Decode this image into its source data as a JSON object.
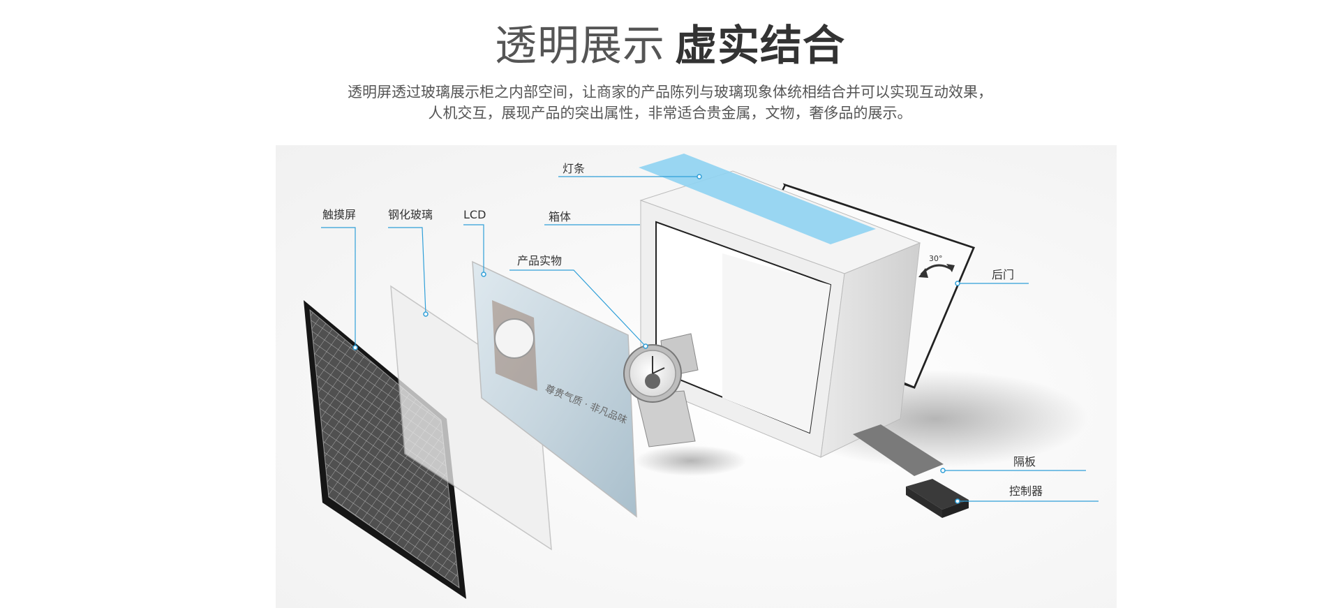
{
  "header": {
    "title_light": "透明展示",
    "title_bold": "虚实结合",
    "description_line1": "透明屏透过玻璃展示柜之内部空间，让商家的产品陈列与玻璃现象体统相结合并可以实现互动效果，",
    "description_line2": "人机交互，展现产品的突出属性，非常适合贵金属，文物，奢侈品的展示。"
  },
  "diagram": {
    "labels": {
      "touch_screen": "触摸屏",
      "tempered_glass": "钢化玻璃",
      "lcd": "LCD",
      "light_bar": "灯条",
      "cabinet": "箱体",
      "product": "产品实物",
      "back_door": "后门",
      "partition": "隔板",
      "controller": "控制器",
      "angle": "30°"
    },
    "lcd_poster_text": "尊贵气质 · 非凡品味",
    "colors": {
      "leader_line": "#2f9fd8",
      "light_bar": "#8fd3f2",
      "frame": "#1a1a1a"
    }
  }
}
